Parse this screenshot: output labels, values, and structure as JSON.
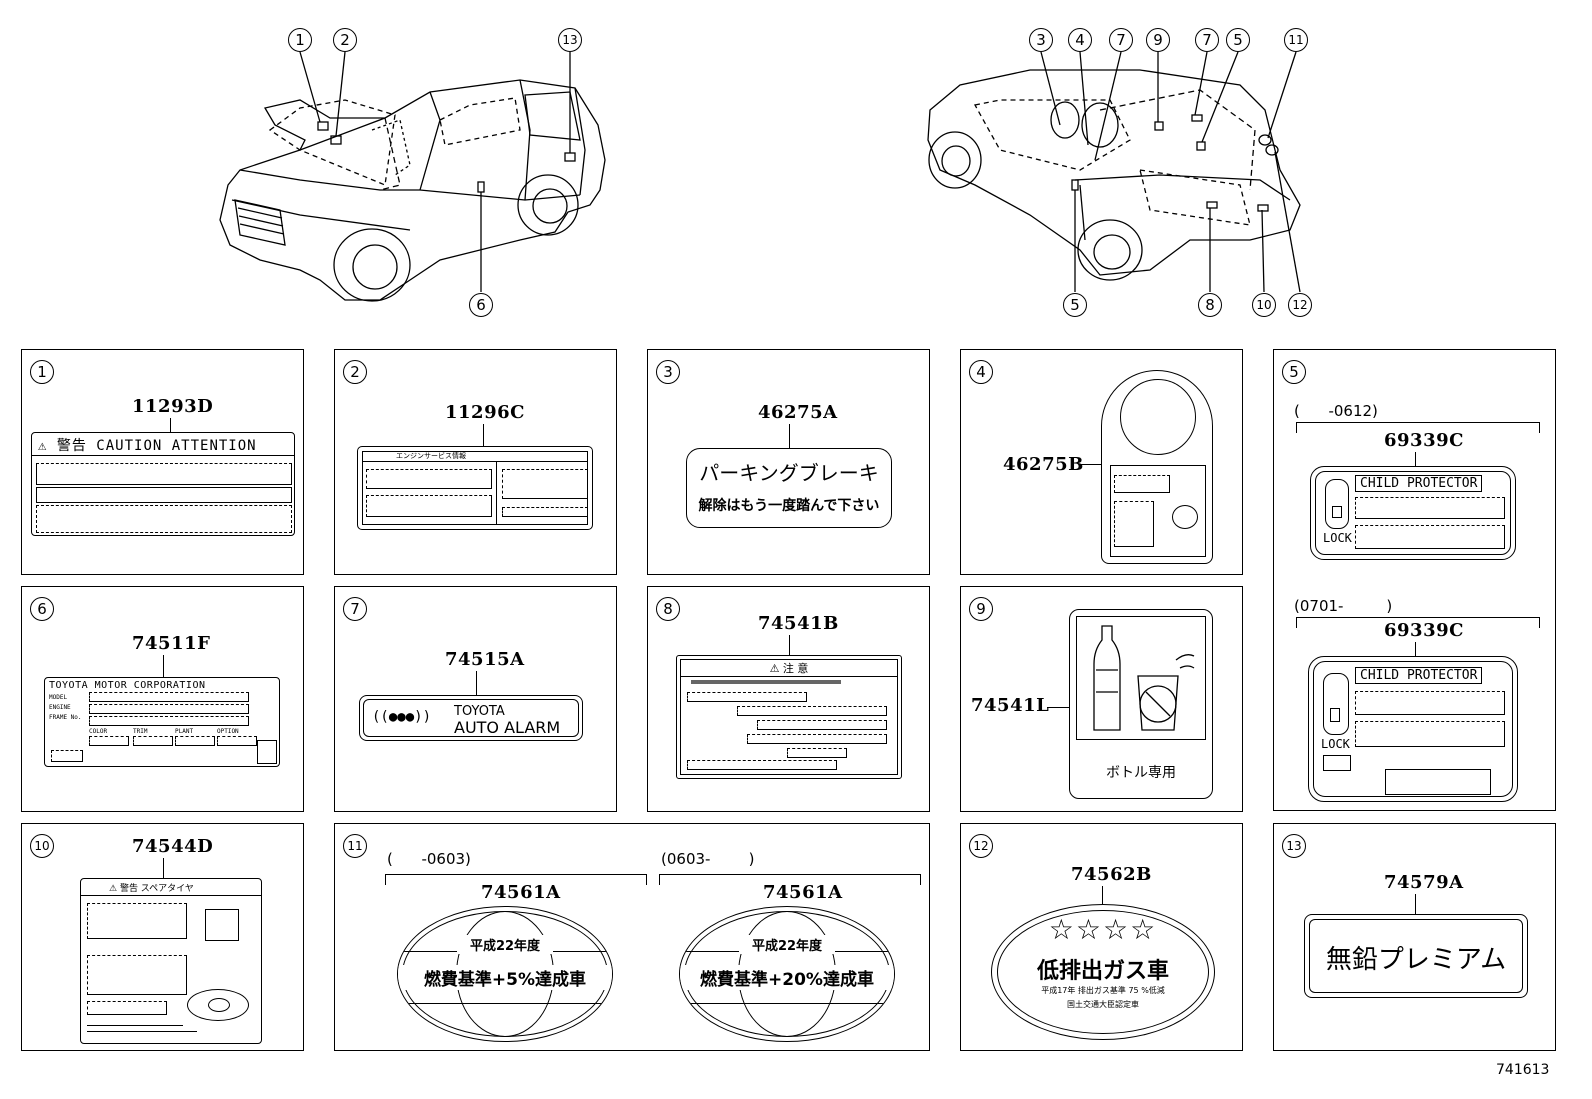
{
  "overview": {
    "front_callouts": [
      "1",
      "2",
      "13",
      "6"
    ],
    "rear_callouts": [
      "3",
      "4",
      "7",
      "9",
      "7",
      "5",
      "11",
      "5",
      "8",
      "10",
      "12"
    ]
  },
  "panels": [
    {
      "id": "1",
      "part": "11293D",
      "label_text": "警告 CAUTION ATTENTION"
    },
    {
      "id": "2",
      "part": "11296C",
      "label_text": "エンジンサービス情報"
    },
    {
      "id": "3",
      "part": "46275A",
      "line1": "パーキングブレーキ",
      "line2": "解除はもう一度踏んで下さい"
    },
    {
      "id": "4",
      "part": "46275B"
    },
    {
      "id": "5",
      "range1": "(      -0612)",
      "part1": "69339C",
      "range2": "(0701-         )",
      "part2": "69339C",
      "title": "CHILD PROTECTOR",
      "lock": "LOCK"
    },
    {
      "id": "6",
      "part": "74511F",
      "title": "TOYOTA MOTOR CORPORATION",
      "model": "MODEL",
      "engine": "ENGINE",
      "frame": "FRAME No.",
      "color": "COLOR",
      "trim": "TRIM",
      "plant": "PLANT",
      "option": "OPTION"
    },
    {
      "id": "7",
      "part": "74515A",
      "line1": "TOYOTA",
      "line2": "AUTO ALARM"
    },
    {
      "id": "8",
      "part": "74541B",
      "title": "注  意"
    },
    {
      "id": "9",
      "part": "74541L",
      "caption": "ボトル専用"
    },
    {
      "id": "10",
      "part": "74544D",
      "title": "警告 スペアタイヤ"
    },
    {
      "id": "11",
      "range1": "(      -0603)",
      "part1": "74561A",
      "range2": "(0603-        )",
      "part2": "74561A",
      "top": "平成22年度",
      "text1": "燃費基準+5%達成車",
      "text2": "燃費基準+20%達成車"
    },
    {
      "id": "12",
      "part": "74562B",
      "stars": "☆☆☆☆",
      "main": "低排出ガス車",
      "sub1": "平成17年 排出ガス基準 75 %低減",
      "sub2": "国土交通大臣認定車"
    },
    {
      "id": "13",
      "part": "74579A",
      "text": "無鉛プレミアム"
    }
  ],
  "footer": {
    "figure_id": "741613"
  }
}
